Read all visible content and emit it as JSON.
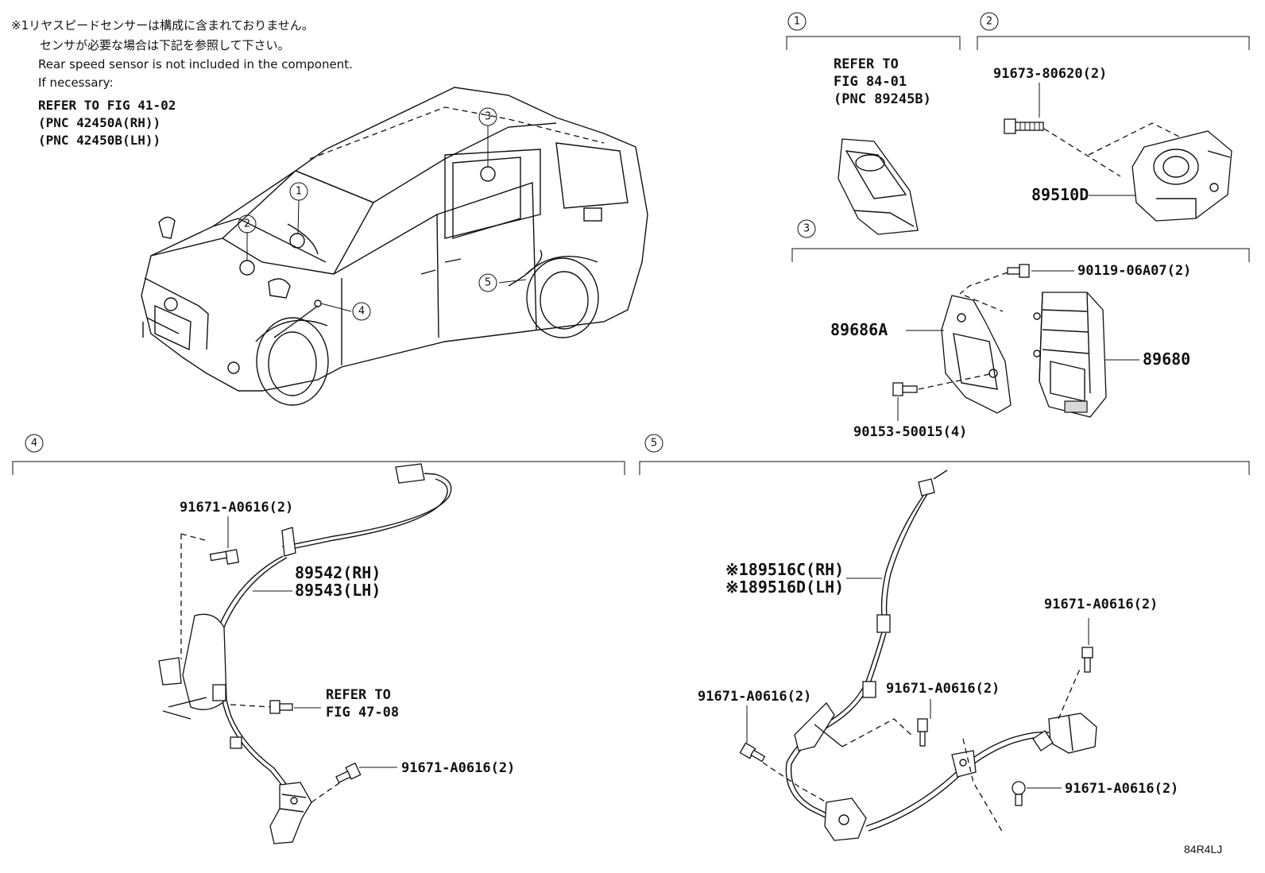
{
  "note": {
    "line1_jp": "※1リヤスピードセンサーは構成に含まれておりません。",
    "line2_jp": "センサが必要な場合は下記を参照して下さい。",
    "line3_en": "Rear speed sensor is not included in the component.",
    "line4_en": "If necessary:",
    "ref1": "REFER TO FIG 41-02",
    "ref2": "(PNC 42450A(RH))",
    "ref3": "(PNC 42450B(LH))"
  },
  "car_callouts": [
    "1",
    "2",
    "3",
    "4",
    "5"
  ],
  "section1": {
    "number": "1",
    "ref_line1": "REFER TO",
    "ref_line2": "FIG 84-01",
    "ref_line3": "(PNC 89245B)"
  },
  "section2": {
    "number": "2",
    "bolt": "91673-80620(2)",
    "sensor": "89510D"
  },
  "section3": {
    "number": "3",
    "bolt_top": "90119-06A07(2)",
    "bracket": "89686A",
    "ecu": "89680",
    "bolt_bottom": "90153-50015(4)"
  },
  "section4": {
    "number": "4",
    "bolt_top": "91671-A0616(2)",
    "sensor_rh": "89542(RH)",
    "sensor_lh": "89543(LH)",
    "ref_line1": "REFER TO",
    "ref_line2": "FIG 47-08",
    "bolt_bottom": "91671-A0616(2)"
  },
  "section5": {
    "number": "5",
    "wire_rh": "※189516C(RH)",
    "wire_lh": "※189516D(LH)",
    "bolt_right_top": "91671-A0616(2)",
    "bolt_middle": "91671-A0616(2)",
    "bolt_left": "91671-A0616(2)",
    "bolt_right_bottom": "91671-A0616(2)"
  },
  "figure_code": "84R4LJ"
}
